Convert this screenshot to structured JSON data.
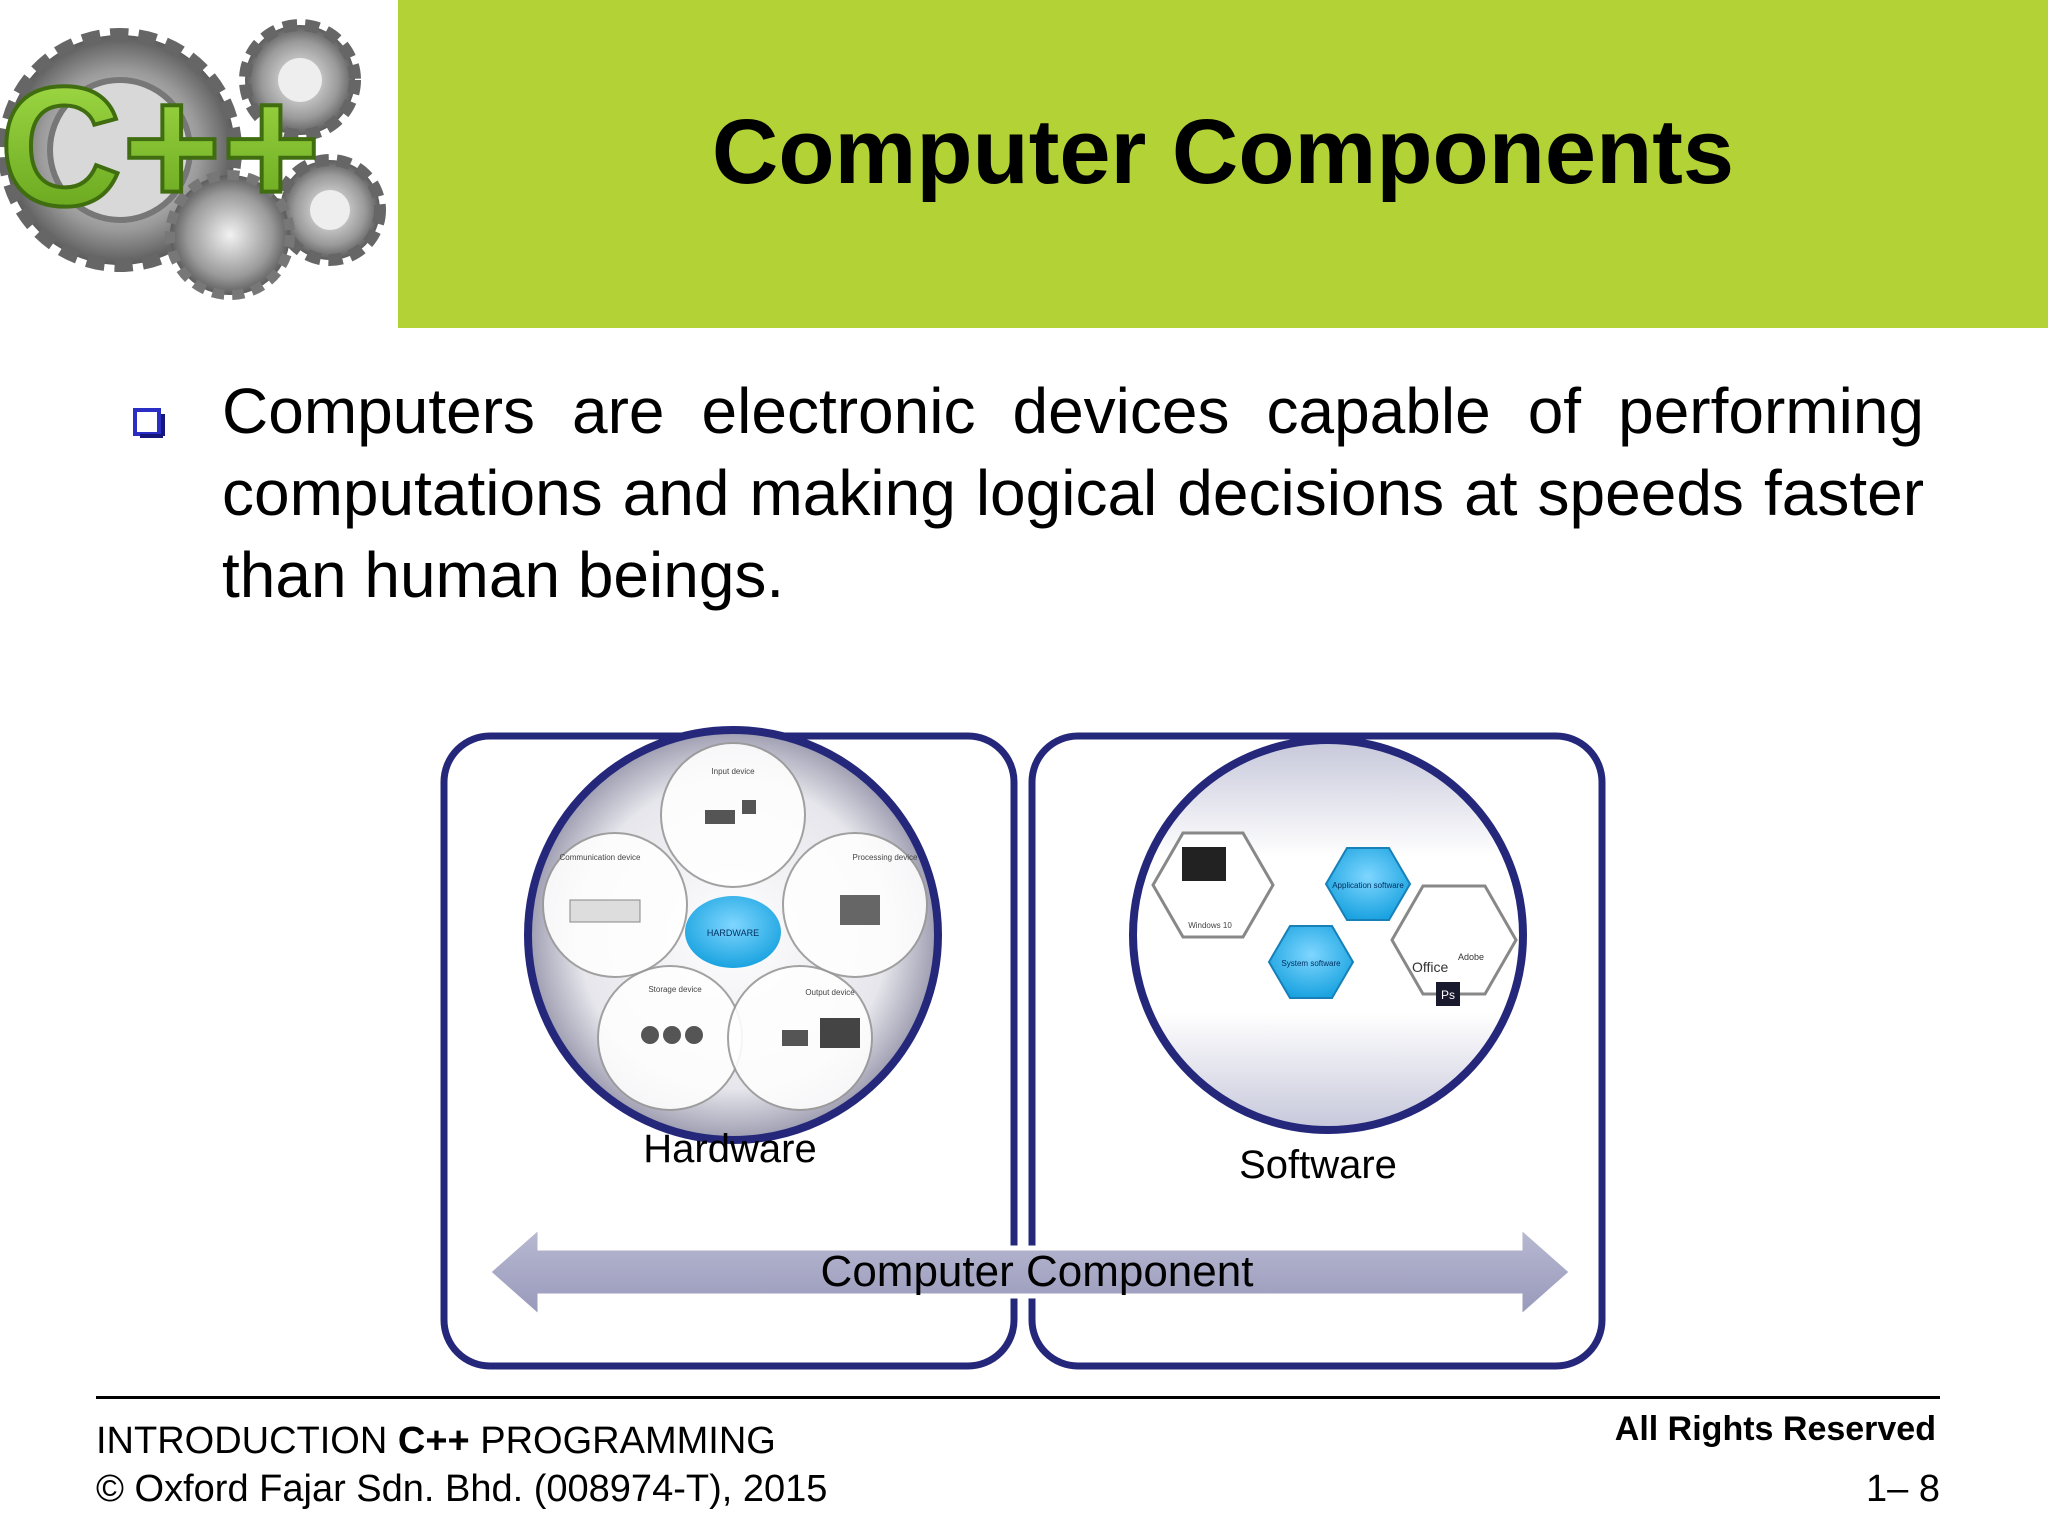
{
  "slide": {
    "logo_text": "C++",
    "title": "Computer Components",
    "bullet": "Computers are electronic devices capable of performing computations and making logical decisions at speeds faster than human beings."
  },
  "diagram": {
    "hardware": {
      "label": "Hardware",
      "center": "HARDWARE",
      "segments": [
        "Input device",
        "Processing device",
        "Output device",
        "Storage device",
        "Communication device"
      ]
    },
    "software": {
      "label": "Software",
      "hexes": [
        "System software",
        "Application software"
      ],
      "os": "Windows 10",
      "apps": [
        "Office",
        "Adobe",
        "Ps"
      ]
    },
    "arrow_label": "Computer Component"
  },
  "footer": {
    "left_prefix": "INTRODUCTION ",
    "left_bold": "C++",
    "left_suffix": " PROGRAMMING",
    "copyright": "© Oxford Fajar Sdn. Bhd. (008974-T), 2015",
    "rights": "All Rights Reserved",
    "page": "1– 8"
  },
  "colors": {
    "title_bar": "#b2d235",
    "frame": "#25287a",
    "bullet": "#2b2ec4",
    "arrow": "#a6a7c4",
    "hex_blue": "#1aa3e0"
  }
}
